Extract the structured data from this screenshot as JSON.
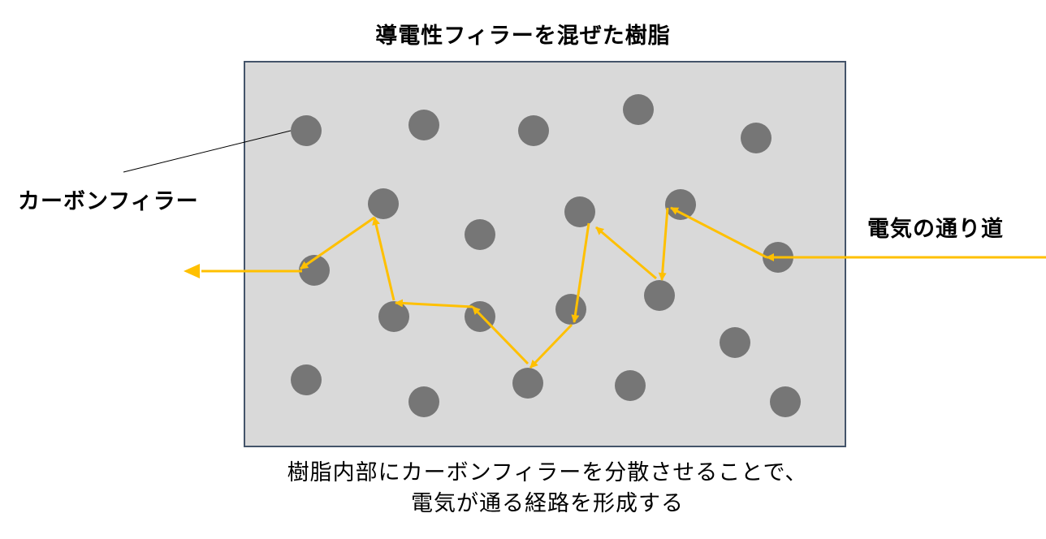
{
  "title": "導電性フィラーを混ぜた樹脂",
  "labels": {
    "filler": "カーボンフィラー",
    "conduction_path": "電気の通り道"
  },
  "caption": {
    "line1": "樹脂内部にカーボンフィラーを分散させることで、",
    "line2": "電気が通る経路を形成する"
  },
  "colors": {
    "resin": "#d9d9d9",
    "resin_border": "#44546a",
    "filler": "#767676",
    "arrow": "#ffc000"
  }
}
